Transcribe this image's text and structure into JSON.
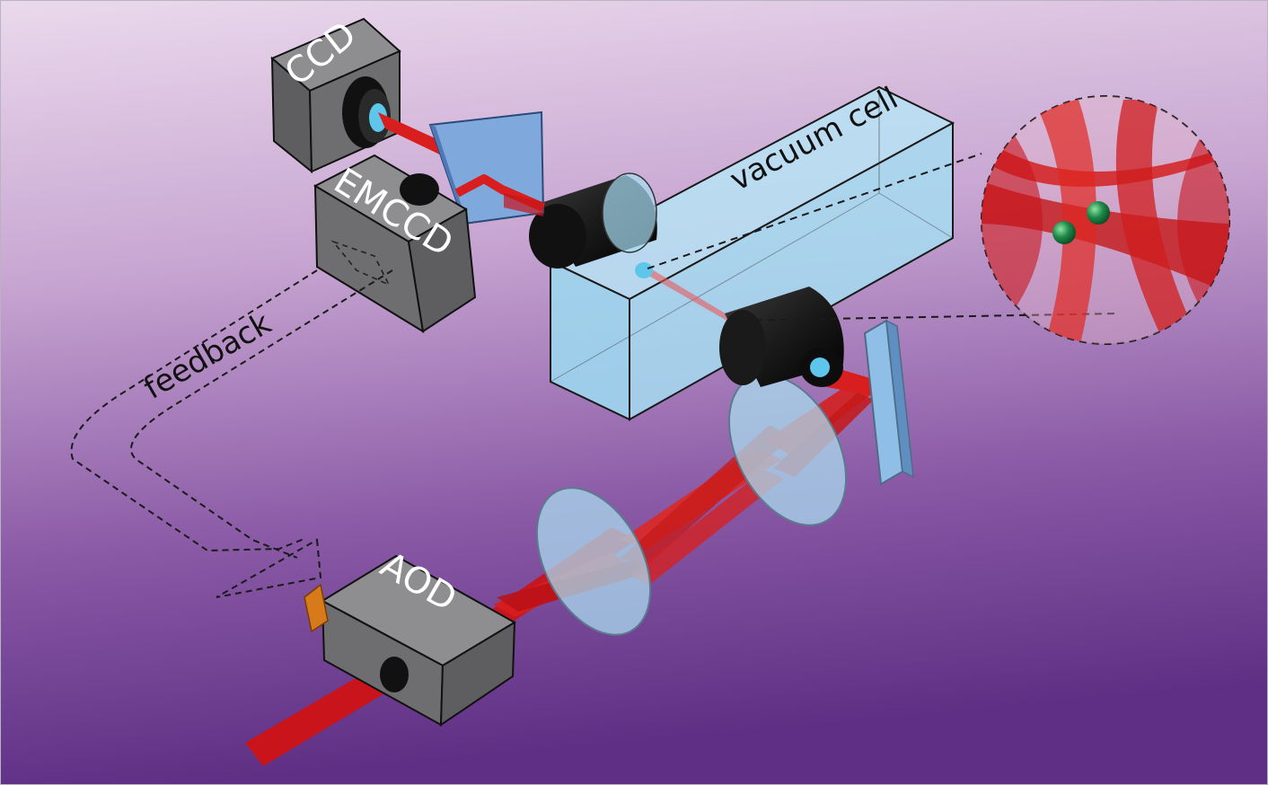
{
  "labels": {
    "ccd": "CCD",
    "emccd": "EMCCD",
    "vacuum_cell": "vacuum cell",
    "feedback": "feedback",
    "aod": "AOD"
  },
  "colors": {
    "background_top": "#e4d3e8",
    "background_bottom": "#6a3a8c",
    "laser": "#d81e1e",
    "glass": "#a9dbef",
    "device_gray": "#6e6e70",
    "atom": "#1f8a4a"
  }
}
